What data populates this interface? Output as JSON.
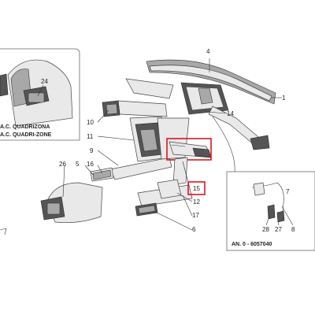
{
  "callouts": {
    "c1": "1",
    "c4": "4",
    "c6": "6",
    "c7": "7",
    "c8": "8",
    "c9": "9",
    "c10": "10",
    "c11": "11",
    "c12": "12",
    "c14": "14",
    "c15": "15",
    "c16": "16",
    "c17": "17",
    "c24": "24",
    "c26": "26",
    "c27": "27",
    "c28": "28",
    "c5": "5"
  },
  "captions": {
    "zone_it": "A.C. QUADRIZONA",
    "zone_en": "A.C. QUADRI-ZONE",
    "serial": "AN. 0 - 6057040"
  },
  "highlight": {
    "color": "#e0151c"
  }
}
